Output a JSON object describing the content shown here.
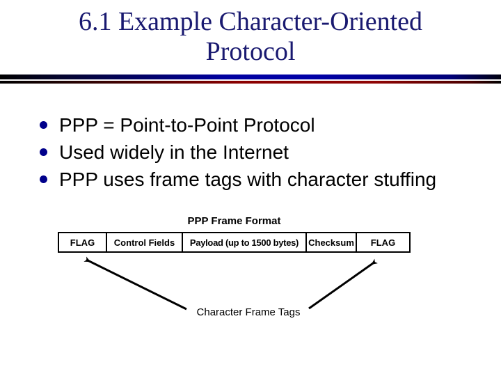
{
  "slide": {
    "title": "6.1 Example Character-Oriented Protocol",
    "bullets": [
      "PPP = Point-to-Point Protocol",
      "Used widely in the Internet",
      "PPP uses frame tags with character stuffing"
    ]
  },
  "diagram": {
    "caption": "PPP Frame Format",
    "cells": [
      "FLAG",
      "Control Fields",
      "Payload (up to 1500 bytes)",
      "Checksum",
      "FLAG"
    ],
    "annotation": "Character Frame Tags"
  },
  "colors": {
    "title_text": "#191970",
    "bullet_dot": "#00008b",
    "body_text": "#000000",
    "divider_blue": "#0000a0",
    "divider_red": "#8b0000",
    "table_border": "#000000",
    "background": "#ffffff"
  }
}
